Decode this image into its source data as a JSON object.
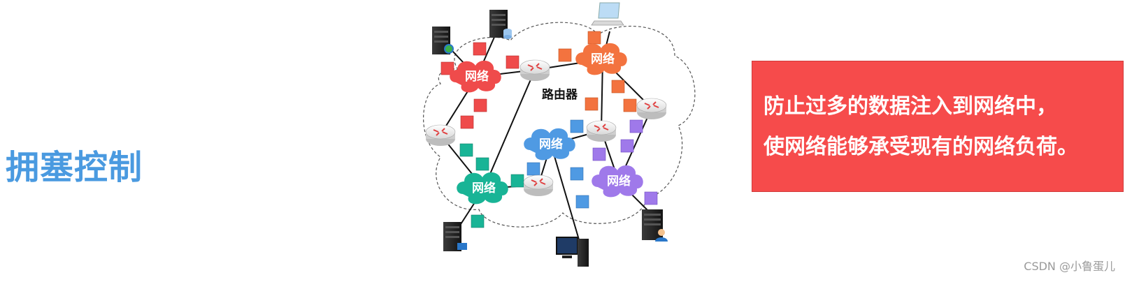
{
  "title": "拥塞控制",
  "diagram": {
    "network_label": "网络",
    "router_label": "路由器"
  },
  "callout": {
    "line1": "防止过多的数据注入到网络中，",
    "line2": "使网络能够承受现有的网络负荷。"
  },
  "watermark": "CSDN @小鲁蛋儿",
  "colors": {
    "title": "#4a9ae0",
    "callout_bg": "#f64b4b",
    "net_red": "#ef4b4b",
    "net_orange": "#f3733f",
    "net_blue": "#4f9ae3",
    "net_green": "#19b496",
    "net_purple": "#9f79ea"
  }
}
